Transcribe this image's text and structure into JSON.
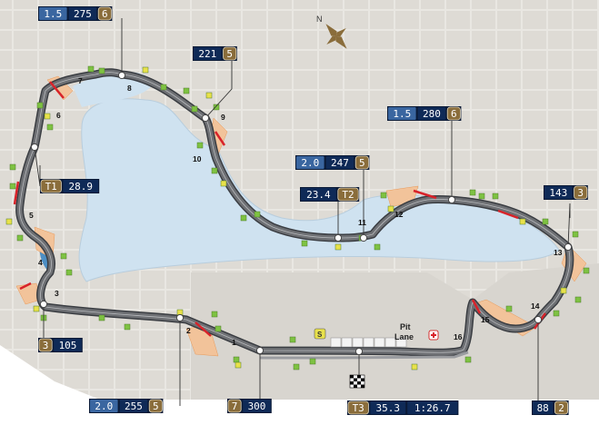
{
  "map": {
    "compass": {
      "label": "N"
    },
    "pit_lane": {
      "line1": "Pit",
      "line2": "Lane",
      "sector_marker": "S"
    },
    "turns": [
      "1",
      "2",
      "3",
      "4",
      "5",
      "6",
      "7",
      "8",
      "9",
      "10",
      "11",
      "12",
      "13",
      "14",
      "15",
      "16"
    ],
    "callouts": [
      {
        "id": "t8",
        "a": "1.5",
        "b": "275",
        "g": "6"
      },
      {
        "id": "t9",
        "b": "221",
        "g": "5"
      },
      {
        "id": "t12",
        "a": "1.5",
        "b": "280",
        "g": "6"
      },
      {
        "id": "t11",
        "a": "2.0",
        "b": "247",
        "g": "5"
      },
      {
        "id": "t2time",
        "b": "23.4",
        "g": "T2",
        "g_side": "right"
      },
      {
        "id": "t13",
        "b": "143",
        "g": "3"
      },
      {
        "id": "t1time",
        "b": "28.9",
        "g": "T1",
        "g_side": "left"
      },
      {
        "id": "t3",
        "b": "105",
        "g": "3",
        "g_side": "left"
      },
      {
        "id": "t1corner",
        "a": "2.0",
        "b": "255",
        "g": "5"
      },
      {
        "id": "speedtrap",
        "b": "300",
        "g": "7",
        "g_side": "left"
      },
      {
        "id": "finish",
        "g": "T3",
        "b": "35.3",
        "c": "1:26.7",
        "g_side": "left"
      },
      {
        "id": "t14",
        "b": "88",
        "g": "2"
      }
    ]
  },
  "colors": {
    "background": "#dddad4",
    "lake": "#cfe2f0",
    "track": "#6e7074",
    "track_edge": "#3a3d42",
    "runoff": "#f2c39a",
    "kerb": "#d8232a",
    "marshal": "#7ec242",
    "marshal_alt": "#e8e14a",
    "box_dark": "#0f2a57",
    "box_mid": "#3a66a0",
    "gear": "#8a6d3b"
  }
}
